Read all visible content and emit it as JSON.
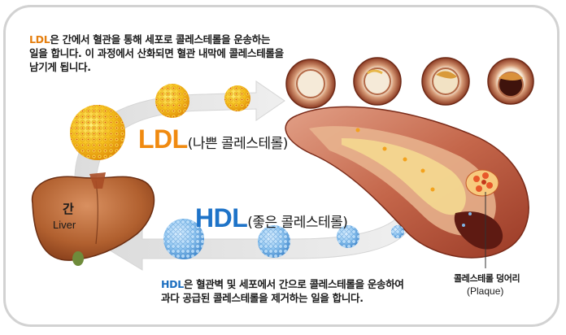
{
  "ldl_description": {
    "keyword": "LDL",
    "line1_rest": "은 간에서 혈관을 통해 세포로 콜레스테롤을 운송하는",
    "line2": "일을 합니다. 이 과정에서 산화되면 혈관 내막에 콜레스테롤을",
    "line3": "남기게 됩니다."
  },
  "ldl_label": {
    "main": "LDL",
    "sub": "(나쁜 콜레스테롤)"
  },
  "hdl_label": {
    "main": "HDL",
    "sub": "(좋은 콜레스테롤)"
  },
  "hdl_description": {
    "keyword": "HDL",
    "line1_rest": "은 혈관벽 및 세포에서 간으로 콜레스테롤을 운송하여",
    "line2": "과다 공급된 콜레스테롤을 제거하는 일을 합니다."
  },
  "liver": {
    "label_kr": "간",
    "label_en": "Liver"
  },
  "plaque": {
    "label_kr": "콜레스테롤 덩어리",
    "label_en": "(Plaque)"
  },
  "colors": {
    "ldl": "#f08a10",
    "hdl": "#1e73c8",
    "artery": "#b0442d",
    "liver": "#a8552a"
  }
}
